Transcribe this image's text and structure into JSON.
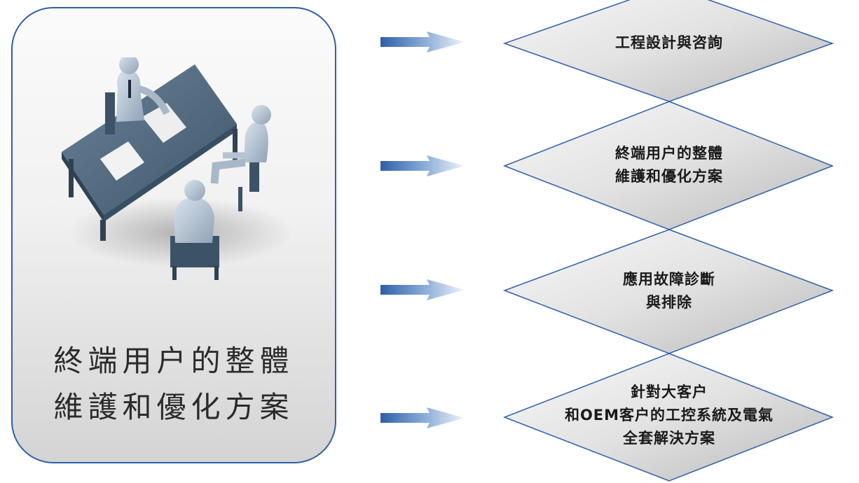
{
  "panel": {
    "title_line1": "終端用户的整體",
    "title_line2": "維護和優化方案"
  },
  "steps": [
    {
      "lines": [
        "工程設計與咨詢"
      ]
    },
    {
      "lines": [
        "終端用户的整體",
        "維護和優化方案"
      ]
    },
    {
      "lines": [
        "應用故障診斷",
        "與排除"
      ]
    },
    {
      "lines": [
        "針對大客户",
        "和OEM客户的工控系統及電氣",
        "全套解決方案"
      ]
    }
  ],
  "colors": {
    "outline": "#2f5fa8",
    "arrow_dark": "#2f5fa8",
    "arrow_light": "#e6eef8",
    "diamond_light": "#f7f7f7",
    "diamond_dark": "#bdbdbd"
  },
  "illustration": "meeting-desk-figures"
}
